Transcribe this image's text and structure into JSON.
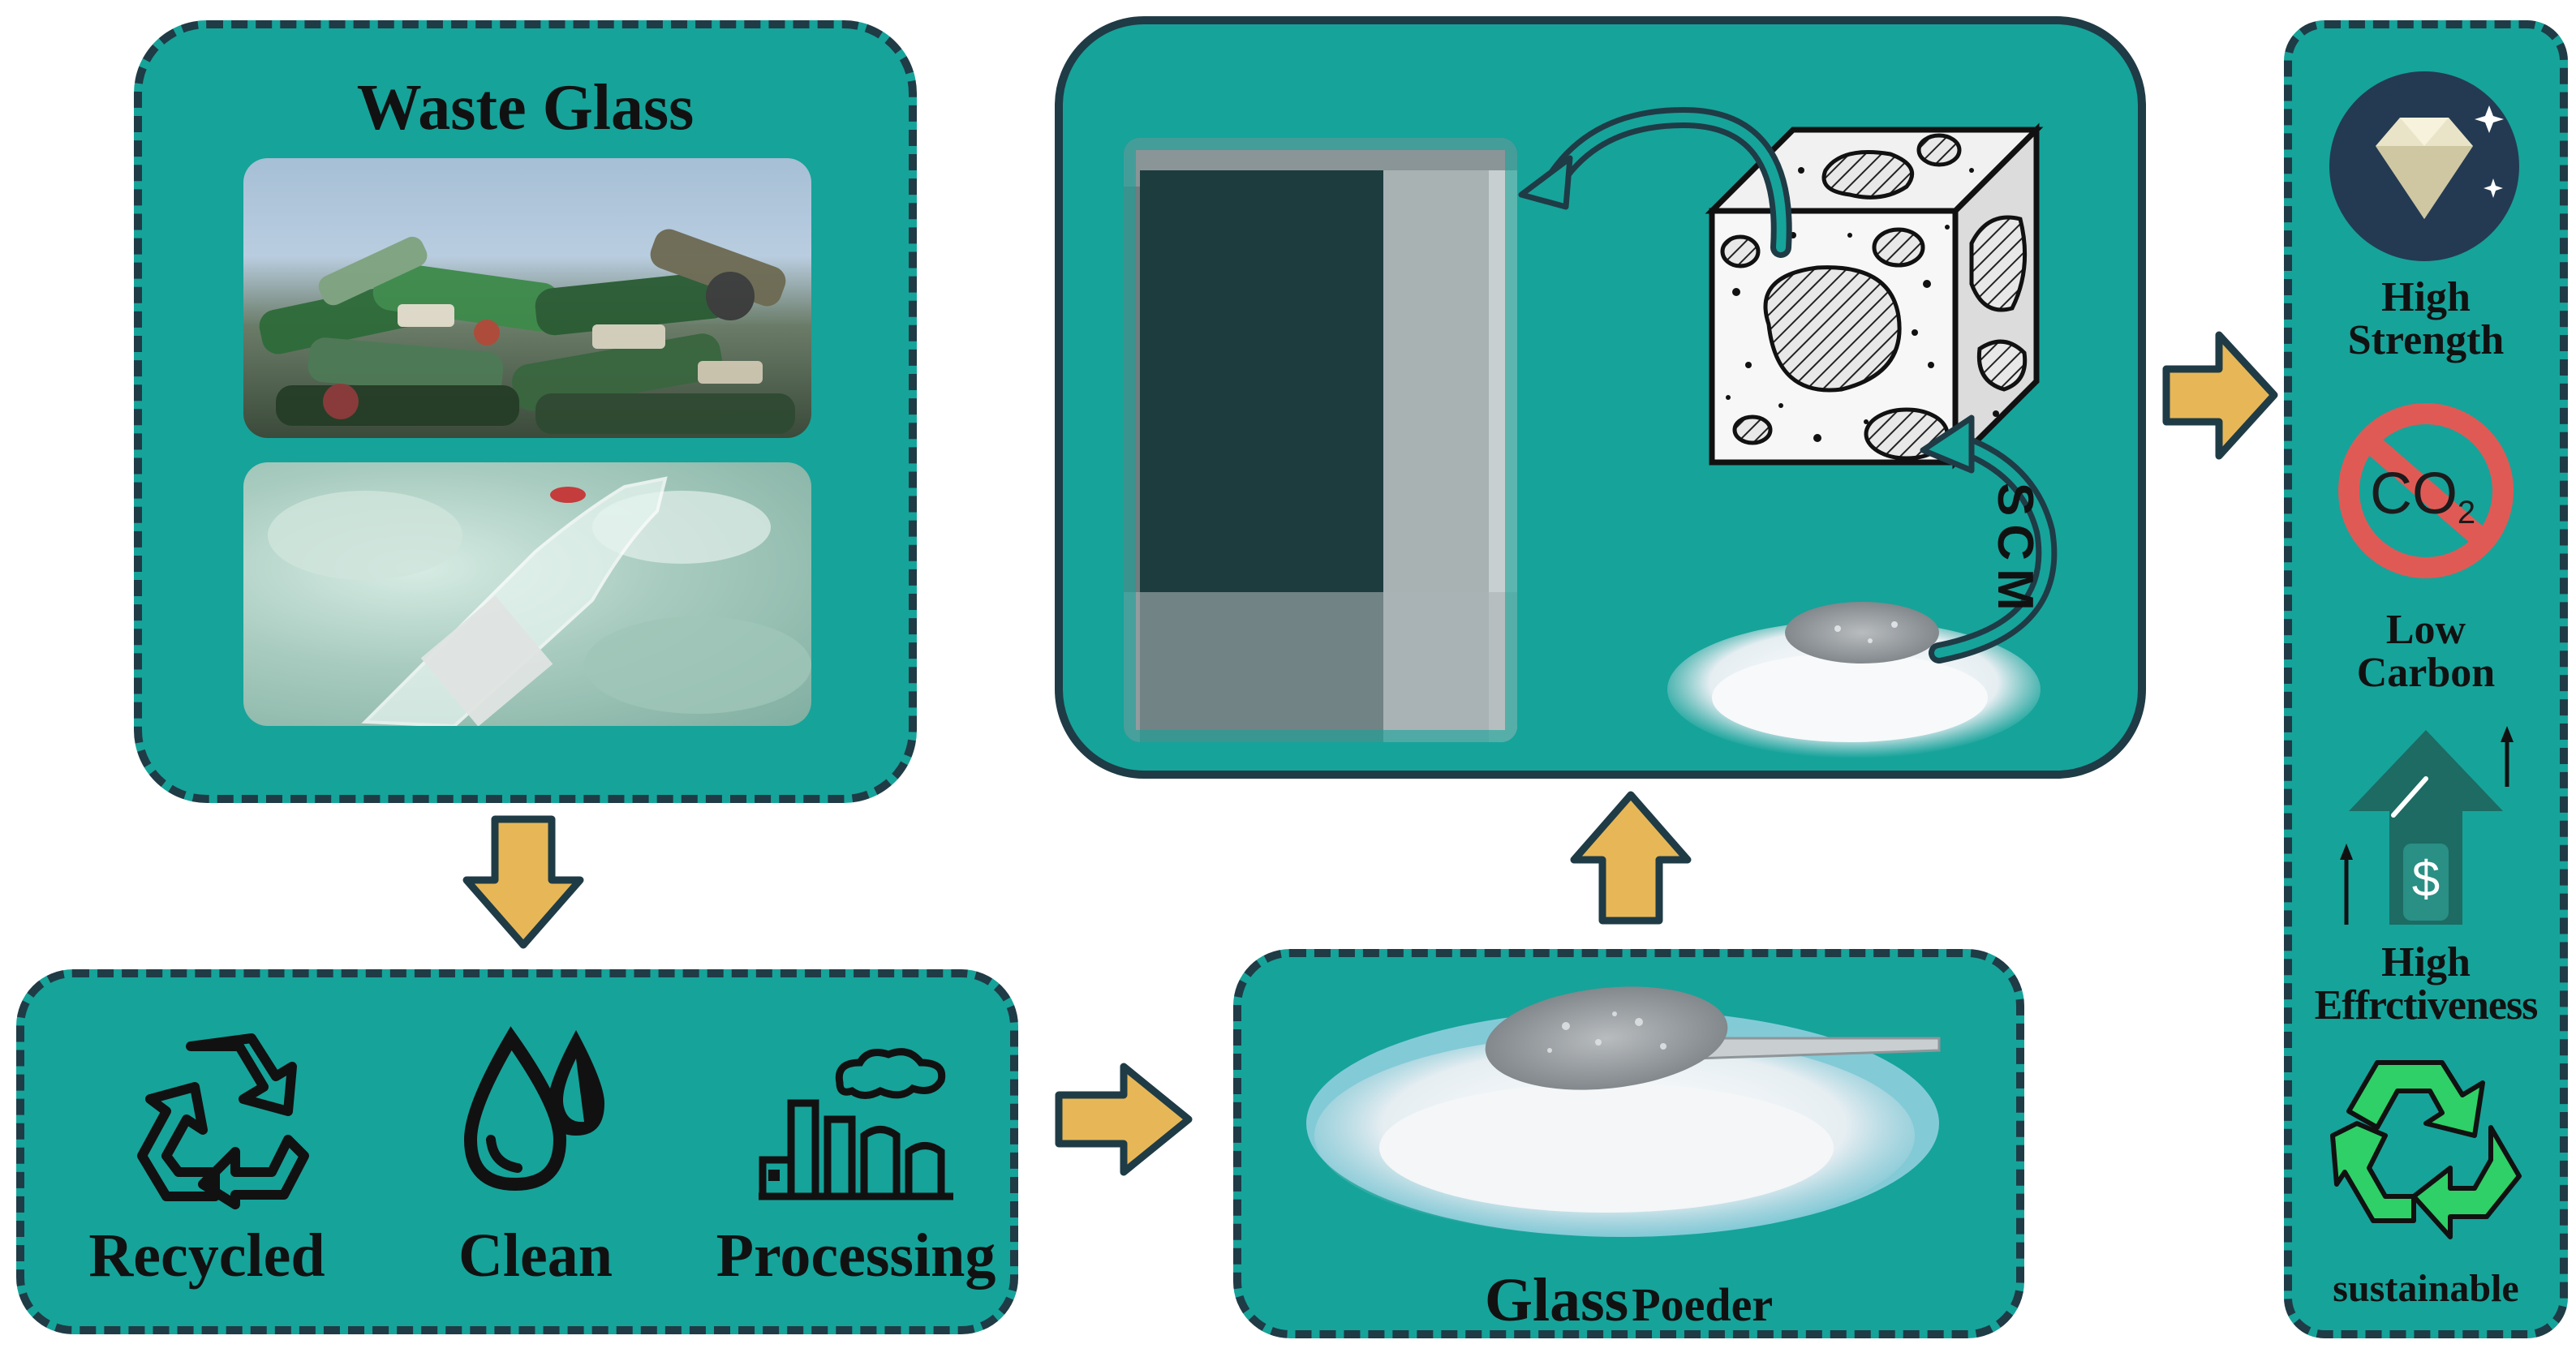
{
  "colors": {
    "panel_fill": "#16a39a",
    "panel_border": "#1f3b46",
    "arrow_fill": "#e7b757",
    "arrow_stroke": "#1f3b46",
    "co2_ring": "#e05a55",
    "diamond_badge": "#243a52",
    "sustain_green": "#2fd067"
  },
  "waste_glass": {
    "title": "Waste Glass",
    "photos": [
      "bottles-heap-photo",
      "glass-bottle-closeup-photo"
    ]
  },
  "steps": {
    "items": [
      {
        "label": "Recycled",
        "icon": "recycle-icon"
      },
      {
        "label": "Clean",
        "icon": "water-drops-icon"
      },
      {
        "label": "Processing",
        "icon": "factory-icon"
      }
    ]
  },
  "glass_powder": {
    "title_main": "Glass",
    "title_sub": "Poeder",
    "photo": "glass-powder-spoon-photo"
  },
  "concrete": {
    "scm_label": "SCM",
    "elements": [
      "concrete-column-photo",
      "concrete-cube-section",
      "powder-pile"
    ]
  },
  "benefits": {
    "items": [
      {
        "label_lines": [
          "High",
          "Strength"
        ],
        "icon": "diamond-icon"
      },
      {
        "label_lines": [
          "Low",
          "Carbon"
        ],
        "icon": "co2-reduction-icon",
        "icon_text": "CO",
        "icon_sub": "2"
      },
      {
        "label_lines": [
          "High",
          "Effrctiveness"
        ],
        "icon": "cost-up-arrow-icon",
        "icon_text": "$"
      },
      {
        "label_lines": [
          "sustainable"
        ],
        "icon": "recycle-green-icon"
      }
    ]
  }
}
